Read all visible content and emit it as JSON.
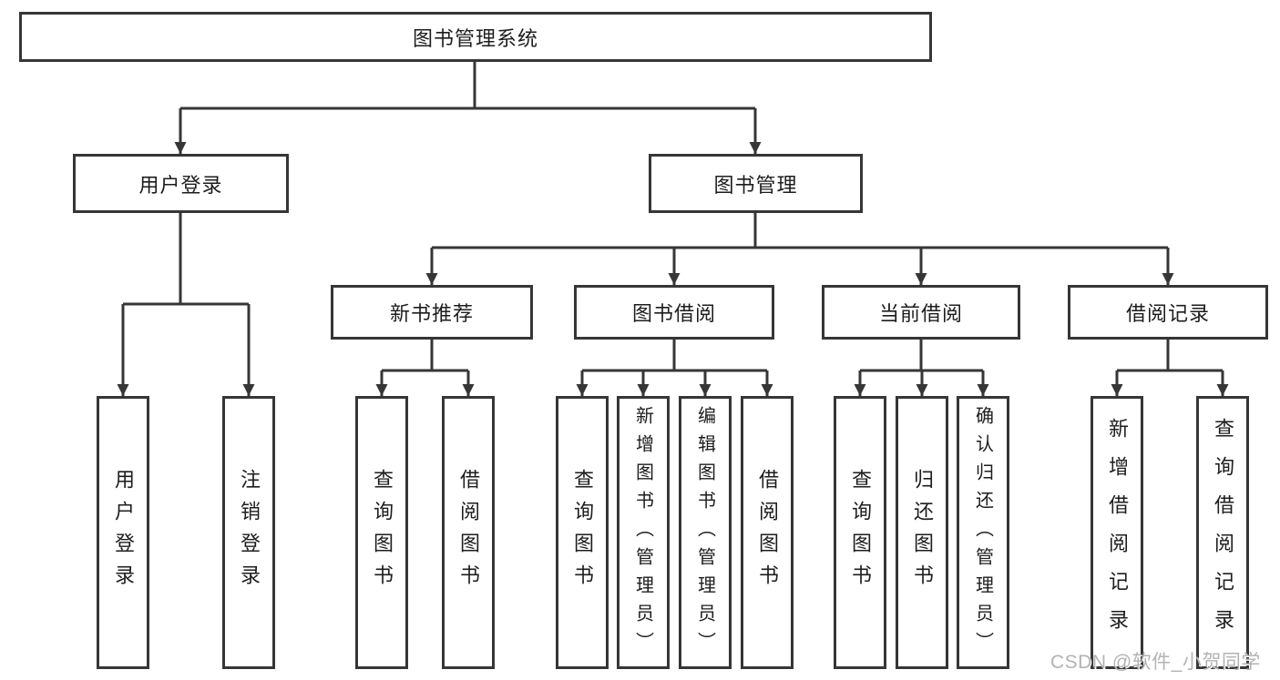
{
  "tree": {
    "label": "图书管理系统",
    "children": [
      {
        "label": "用户登录",
        "children": [
          {
            "label": "用户登录"
          },
          {
            "label": "注销登录"
          }
        ]
      },
      {
        "label": "图书管理",
        "children": [
          {
            "label": "新书推荐",
            "children": [
              {
                "label": "查询图书"
              },
              {
                "label": "借阅图书"
              }
            ]
          },
          {
            "label": "图书借阅",
            "children": [
              {
                "label": "查询图书"
              },
              {
                "label": "新增图书（管理员）"
              },
              {
                "label": "编辑图书（管理员）"
              },
              {
                "label": "借阅图书"
              }
            ]
          },
          {
            "label": "当前借阅",
            "children": [
              {
                "label": "查询图书"
              },
              {
                "label": "归还图书"
              },
              {
                "label": "确认归还（管理员）"
              }
            ]
          },
          {
            "label": "借阅记录",
            "children": [
              {
                "label": "新增借阅记录"
              },
              {
                "label": "查询借阅记录"
              }
            ]
          }
        ]
      }
    ]
  },
  "watermark": "CSDN @软件_小贺同学",
  "colors": {
    "line": "#363636",
    "box_border": "#363636",
    "text": "#1d1d1d",
    "watermark": "#b3b3b3",
    "background": "#ffffff"
  }
}
